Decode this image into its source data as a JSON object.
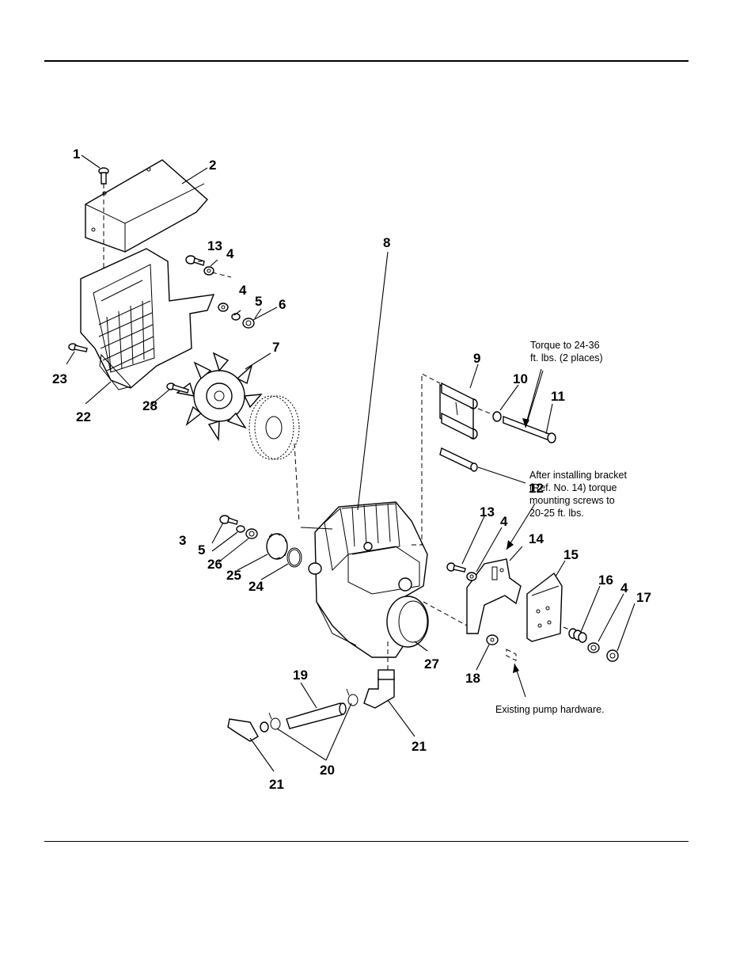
{
  "callouts": {
    "c1": "1",
    "c2": "2",
    "c3": "3",
    "c4a": "4",
    "c4b": "4",
    "c4c": "4",
    "c4d": "4",
    "c5a": "5",
    "c5b": "5",
    "c6": "6",
    "c7": "7",
    "c8": "8",
    "c9": "9",
    "c10": "10",
    "c11": "11",
    "c12": "12",
    "c13a": "13",
    "c13b": "13",
    "c14": "14",
    "c15": "15",
    "c16": "16",
    "c17": "17",
    "c18": "18",
    "c19": "19",
    "c20": "20",
    "c21a": "21",
    "c21b": "21",
    "c22": "22",
    "c23": "23",
    "c24": "24",
    "c25": "25",
    "c26": "26",
    "c27": "27",
    "c28": "28"
  },
  "notes": {
    "torque_line1": "Torque to 24-36",
    "torque_line2": "ft. lbs. (2 places)",
    "bracket_line1": "After installing bracket",
    "bracket_line2": "(Ref. No. 14) torque",
    "bracket_line3": "mounting screws to",
    "bracket_line4": "20-25 ft. lbs.",
    "hardware": "Existing pump hardware."
  }
}
